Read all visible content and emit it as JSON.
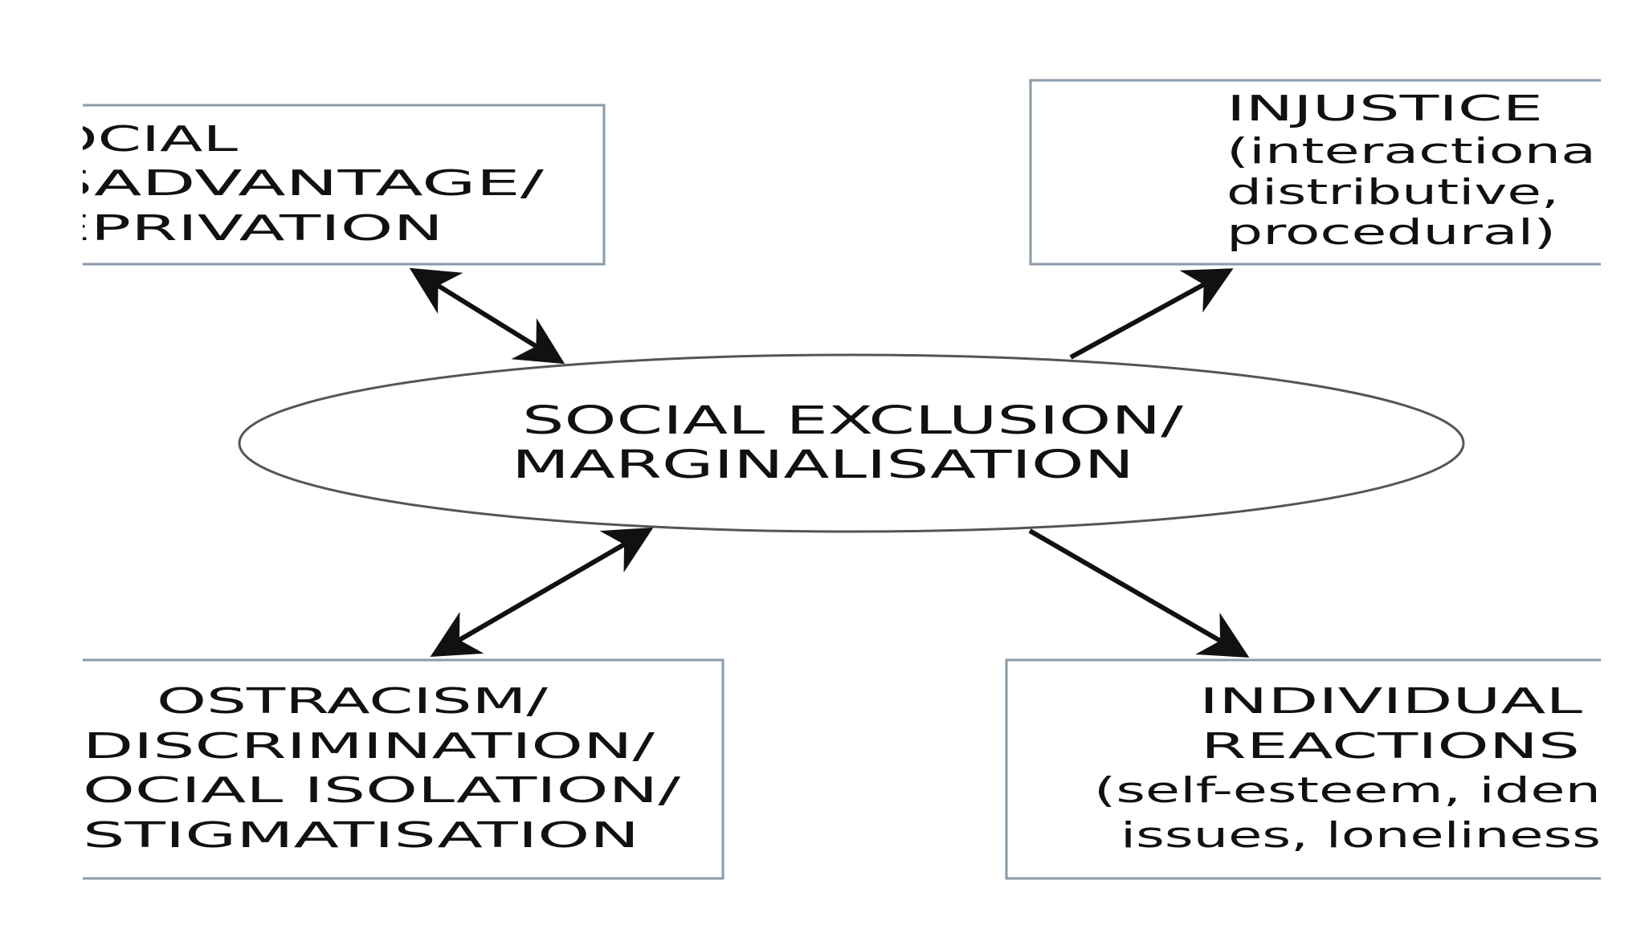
{
  "diagram": {
    "center": {
      "lines": [
        "SOCIAL EXCLUSION/",
        "MARGINALISATION"
      ]
    },
    "boxes": {
      "top_left": {
        "lines": [
          "OCIAL",
          "SADVANTAGE/",
          "EPRIVATION"
        ]
      },
      "top_right": {
        "lines": [
          "INJUSTICE",
          "(interactional",
          "distributive,",
          "procedural)"
        ]
      },
      "bottom_left": {
        "lines": [
          "OSTRACISM/",
          "DISCRIMINATION/",
          "OCIAL ISOLATION/",
          "STIGMATISATION"
        ]
      },
      "bottom_right": {
        "lines": [
          "INDIVIDUAL",
          "REACTIONS",
          "(self-esteem, iden",
          "issues, loneliness"
        ]
      }
    },
    "connections": [
      {
        "from": "top_left",
        "to": "center",
        "direction": "both"
      },
      {
        "from": "center",
        "to": "top_right",
        "direction": "forward"
      },
      {
        "from": "bottom_left",
        "to": "center",
        "direction": "both"
      },
      {
        "from": "center",
        "to": "bottom_right",
        "direction": "forward"
      }
    ]
  }
}
